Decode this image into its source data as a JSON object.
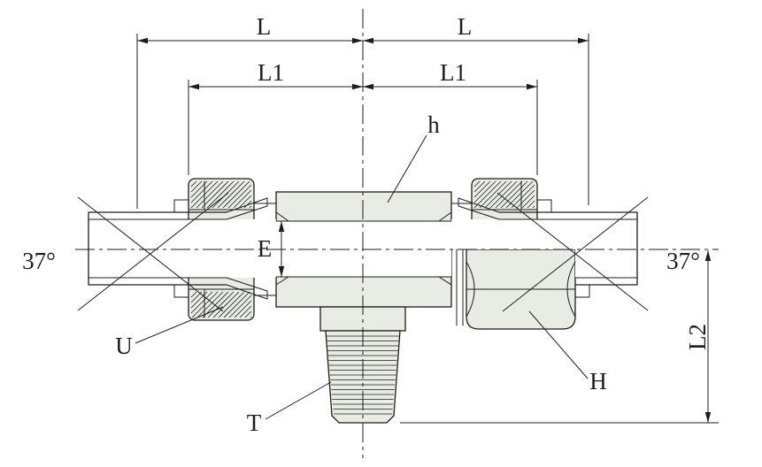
{
  "colors": {
    "background": "#ffffff",
    "fill": "#e9ebe5",
    "line": "#1d1d1b",
    "dim": "#1d1d1b"
  },
  "labels": {
    "dim_L_left": "L",
    "dim_L_right": "L",
    "dim_L1_left": "L1",
    "dim_L1_right": "L1",
    "dim_E": "E",
    "dim_L2": "L2",
    "callout_h": "h",
    "callout_U": "U",
    "callout_T": "T",
    "callout_H": "H",
    "angle_left": "37°",
    "angle_right": "37°"
  }
}
